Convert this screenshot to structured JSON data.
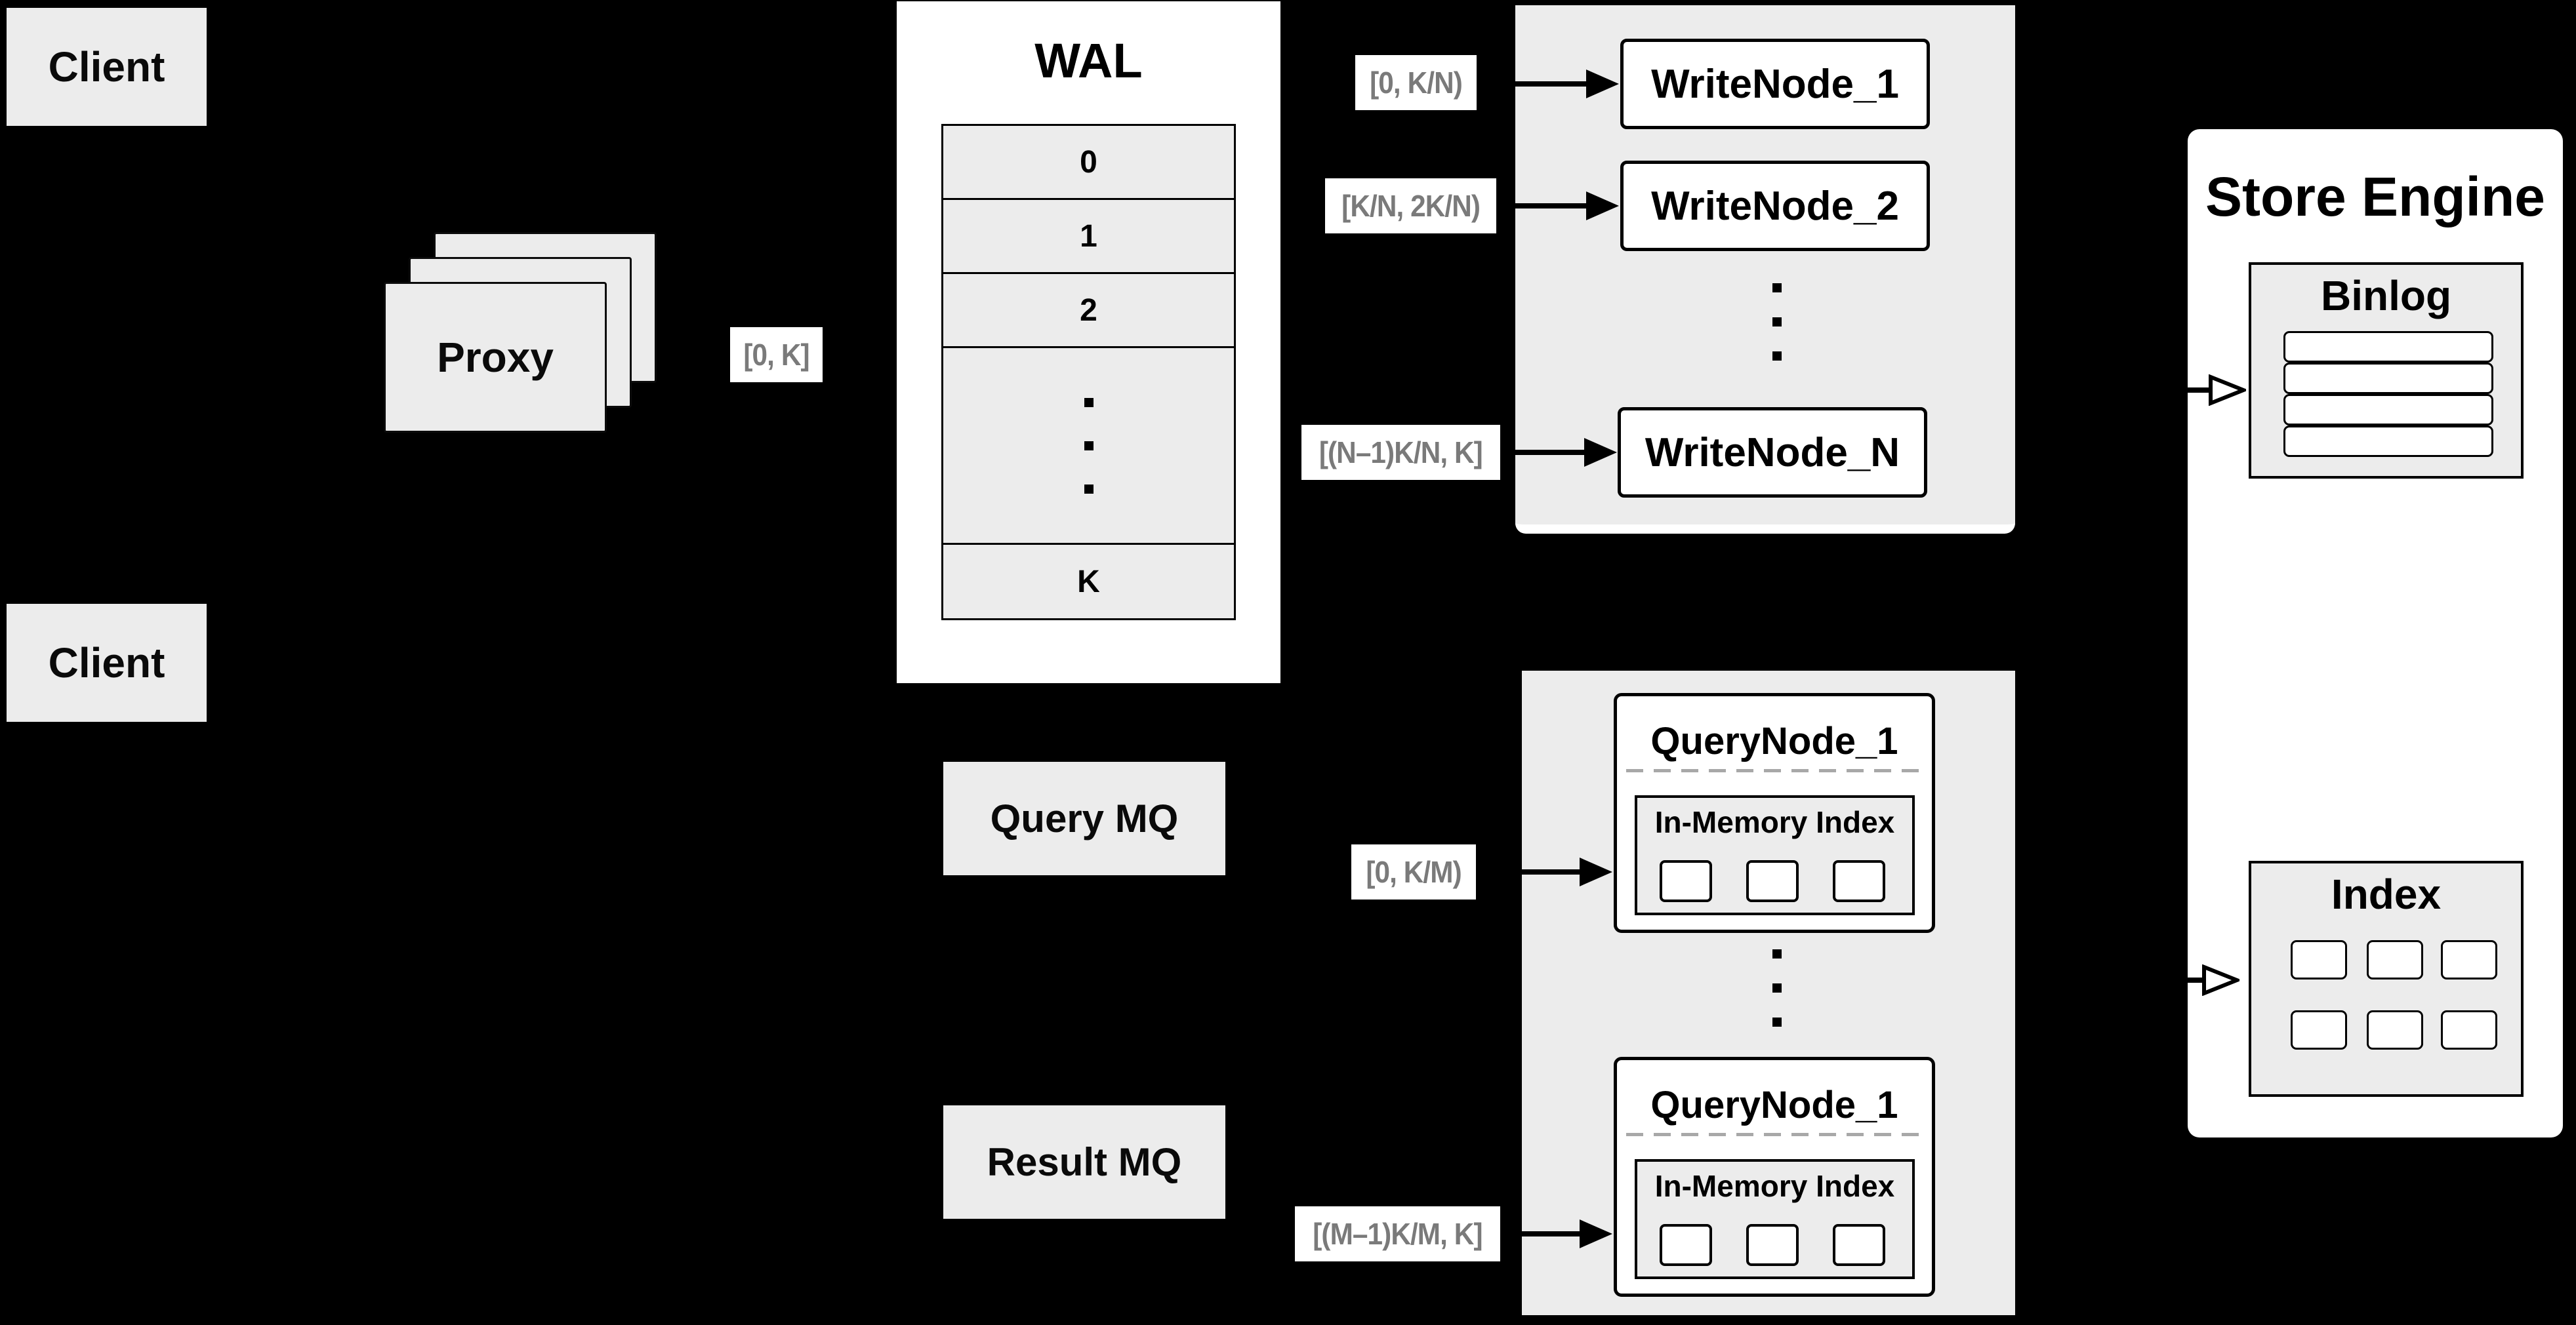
{
  "colors": {
    "background": "#000000",
    "panel_fill": "#ececec",
    "node_fill": "#ffffff",
    "outline": "#000000",
    "edge_label_text": "#7a7a7a",
    "dashed_divider": "#a8a8a8"
  },
  "clients": {
    "top": "Client",
    "bottom": "Client"
  },
  "proxy": {
    "label": "Proxy"
  },
  "edge_labels": {
    "proxy_wal": "[0, K]",
    "write_1": "[0, K/N)",
    "write_2": "[K/N, 2K/N)",
    "write_n": "[(N–1)K/N, K]",
    "query_1": "[0, K/M)",
    "query_m": "[(M–1)K/M, K]"
  },
  "wal": {
    "title": "WAL",
    "segments": [
      "0",
      "1",
      "2",
      "K"
    ]
  },
  "mq": {
    "query": "Query MQ",
    "result": "Result MQ"
  },
  "write_nodes": {
    "node_1": "WriteNode_1",
    "node_2": "WriteNode_2",
    "node_n": "WriteNode_N"
  },
  "query_nodes": {
    "upper": {
      "title": "QueryNode_1",
      "index_title": "In-Memory Index"
    },
    "lower": {
      "title": "QueryNode_1",
      "index_title": "In-Memory Index"
    }
  },
  "store_engine": {
    "title": "Store Engine",
    "binlog_title": "Binlog",
    "index_title": "Index"
  }
}
